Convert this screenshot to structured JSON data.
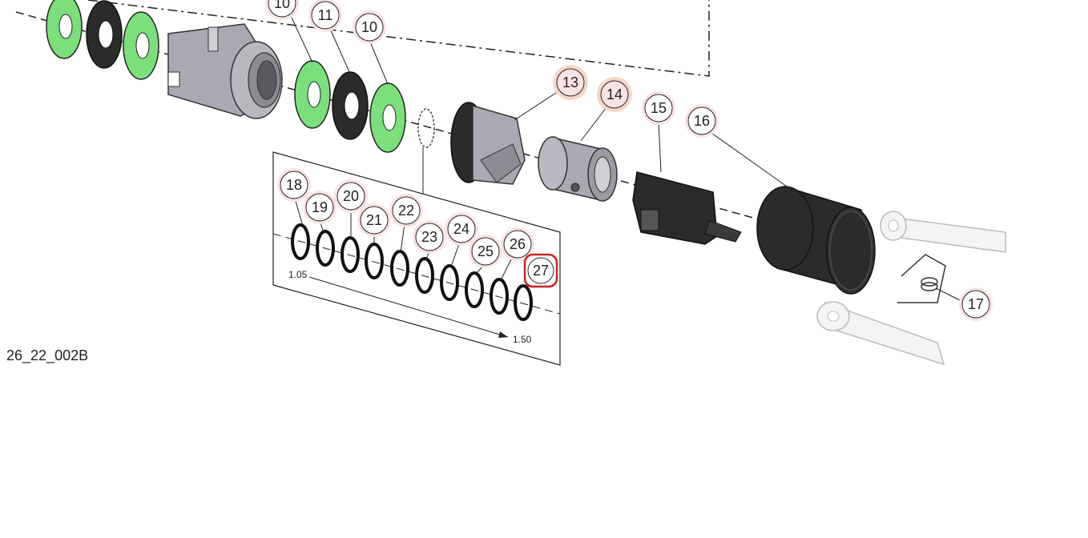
{
  "drawing_id": "26_22_002B",
  "spacer_range": {
    "min": "1.05",
    "max": "1.50"
  },
  "colors": {
    "green_washer": "#7be07b",
    "dark_part": "#2b2b2b",
    "grey_part": "#a9a9b3",
    "callout_fill": "#fbe3e3",
    "callout_fill_orange": "#f9d6c9",
    "highlight": "#cc2222"
  },
  "callouts": [
    {
      "id": "c10a",
      "label": "10"
    },
    {
      "id": "c11",
      "label": "11"
    },
    {
      "id": "c10b",
      "label": "10"
    },
    {
      "id": "c13",
      "label": "13"
    },
    {
      "id": "c14",
      "label": "14"
    },
    {
      "id": "c15",
      "label": "15"
    },
    {
      "id": "c16",
      "label": "16"
    },
    {
      "id": "c17",
      "label": "17"
    },
    {
      "id": "c18",
      "label": "18"
    },
    {
      "id": "c19",
      "label": "19"
    },
    {
      "id": "c20",
      "label": "20"
    },
    {
      "id": "c21",
      "label": "21"
    },
    {
      "id": "c22",
      "label": "22"
    },
    {
      "id": "c23",
      "label": "23"
    },
    {
      "id": "c24",
      "label": "24"
    },
    {
      "id": "c25",
      "label": "25"
    },
    {
      "id": "c26",
      "label": "26"
    },
    {
      "id": "c27",
      "label": "27"
    }
  ]
}
